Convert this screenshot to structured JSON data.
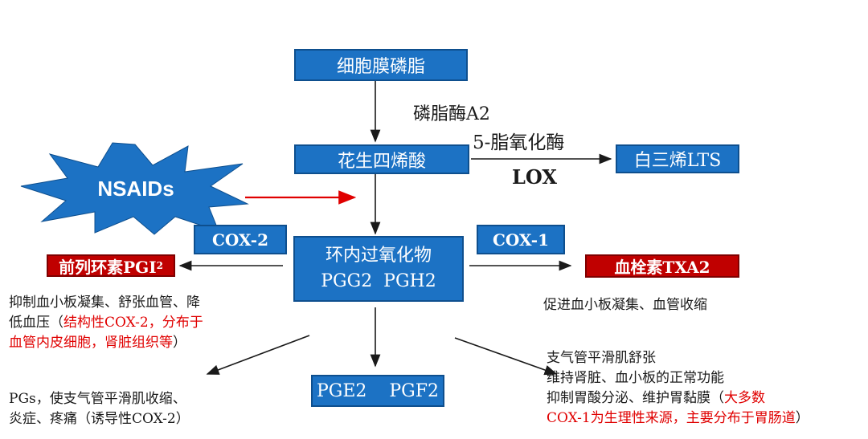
{
  "nodes": {
    "membrane": "细胞膜磷脂",
    "arachidonic": "花生四烯酸",
    "leukotriene": "白三烯LTS",
    "cyclic": "环内过氧化物",
    "cyclic_sub": "PGG2  PGH2",
    "prostacyclin": "前列环素PGI",
    "prostacyclin_sub": "2",
    "thromboxane": "血栓素TXA2",
    "pge": "PGE2    PGF2",
    "nsaids": "NSAIDs"
  },
  "labels": {
    "phospholipase": "磷脂酶A2",
    "lipoxygenase": "5-脂氧化酶",
    "lox": "LOX",
    "cox2": "COX-2",
    "cox1": "COX-1"
  },
  "texts": {
    "pgi_line1": "抑制血小板凝集、舒张血管、降",
    "pgi_line2a": "低血压（",
    "pgi_line2b": "结构性COX-2，分布于",
    "pgi_line3a": "血管内皮细胞，肾脏组织等",
    "pgi_line3b": "）",
    "txa_line1": "促进血小板凝集、血管收缩",
    "pgs_line1": "PGs，使支气管平滑肌收缩、",
    "pgs_line2": "炎症、疼痛（诱导性COX-2）",
    "cox1_line1": "支气管平滑肌舒张",
    "cox1_line2": "维持肾脏、血小板的正常功能",
    "cox1_line3a": "抑制胃酸分泌、维护胃黏膜（",
    "cox1_line3b": "大多数",
    "cox1_line4": "COX-1为生理性来源，主要分布于胃肠道",
    "cox1_line4b": "）"
  },
  "colors": {
    "box_blue": "#1c72c4",
    "box_red": "#c00000",
    "emphasis_red": "#e00000",
    "nsaids_blue": "#1c72c4"
  }
}
